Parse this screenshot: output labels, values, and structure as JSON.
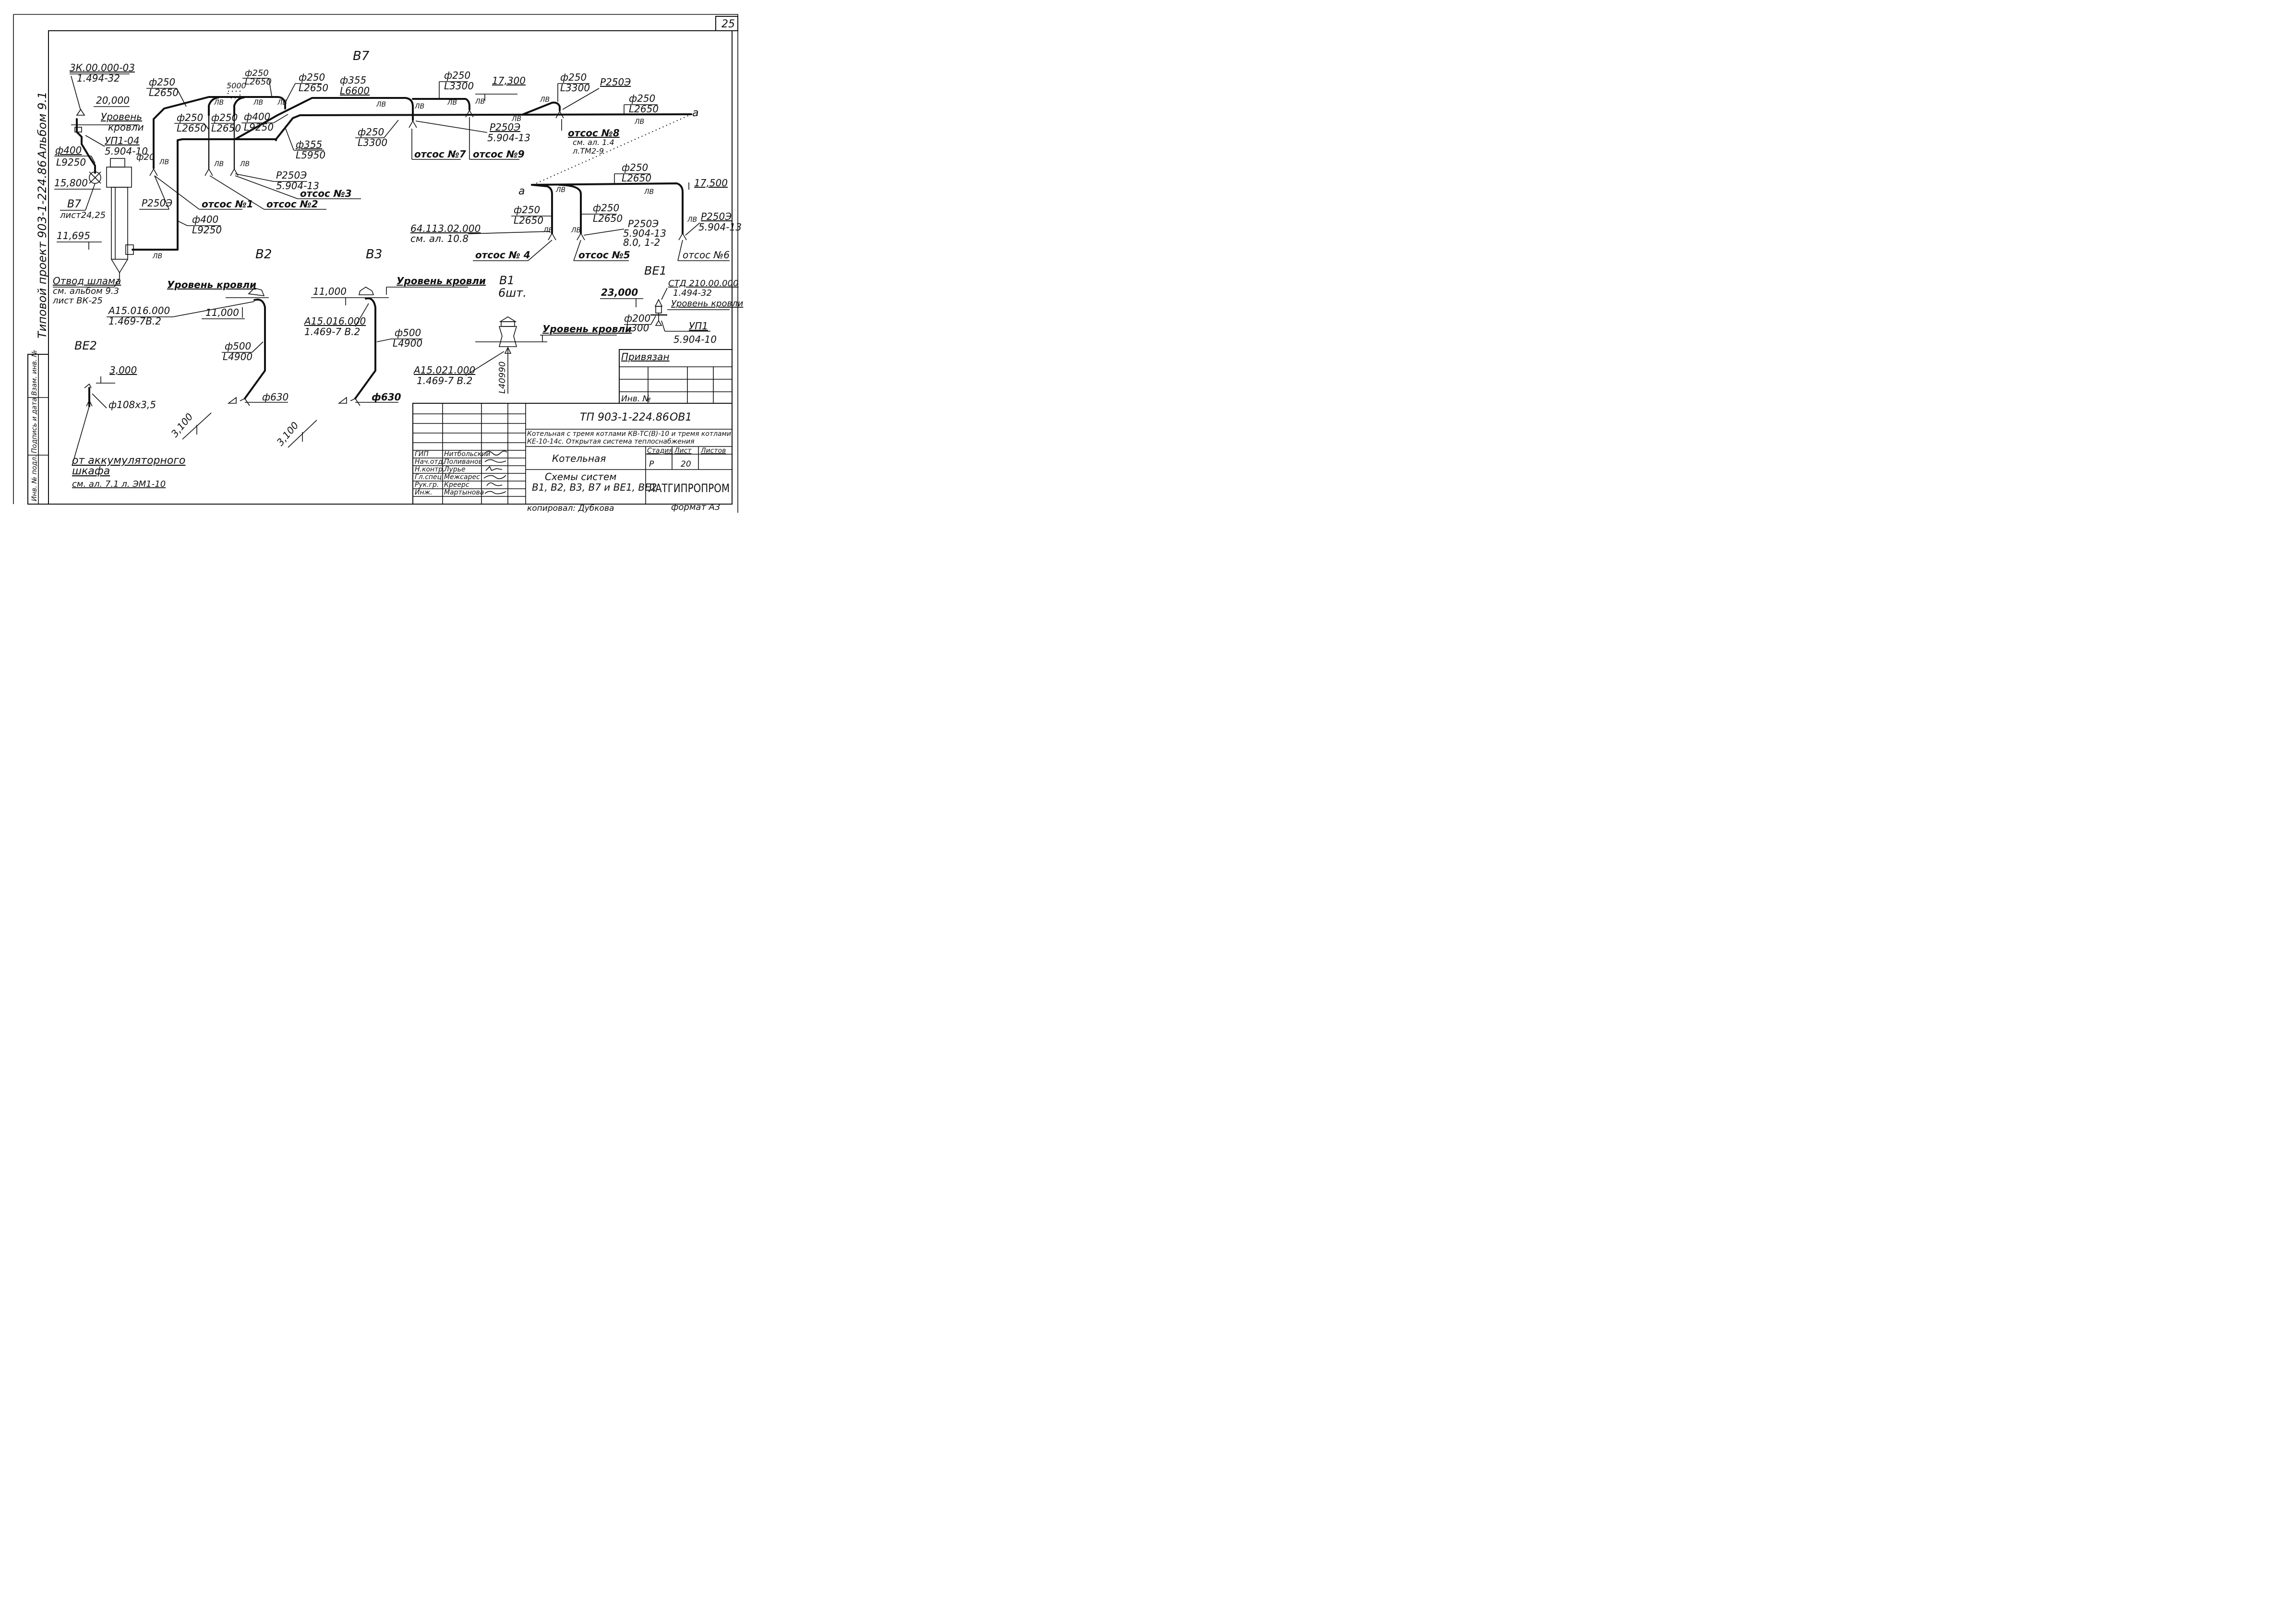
{
  "sheet": {
    "page_number": "25",
    "album_label": "Альбом 9.1",
    "project_label": "Типовой проект 903-1-224.86",
    "side_stamp": [
      "Инв. № подл.",
      "Подпись и дата",
      "Взам. инв. №"
    ]
  },
  "systems": {
    "b7": "B7",
    "b2": "B2",
    "b3": "B3",
    "b1": "B1",
    "b1_qty": "6шт.",
    "be1": "BE1",
    "be2": "BE2"
  },
  "b7": {
    "ref_code": "3К.00.000-03",
    "ref_doc": "1.494-32",
    "elev_20000": "20,000",
    "roof_level": "Уровень",
    "roof_level_2": "кровли",
    "up104_code": "УП1-04",
    "up104_doc": "5.904-10",
    "d400": "ф400",
    "l9250": "L9250",
    "d20": "ф20",
    "elev_15800": "15,800",
    "b7_ref": "B7",
    "b7_sheet": "лист24,25",
    "elev_11695": "11,695",
    "sludge": "Отвод шлама",
    "sludge_album": "см. альбом 9.3",
    "sludge_sheet": "лист ВК-25",
    "d250": "ф250",
    "l2650": "L2650",
    "l3300": "L3300",
    "d355": "ф355",
    "l6600": "L6600",
    "l5950": "L5950",
    "l9250b": "L9250",
    "d400b": "ф400",
    "l9250c": "L9250",
    "dim5000": "5000",
    "elev_17300": "17,300",
    "elev_17500": "17,500",
    "r2503": "P250Э",
    "r2503_doc": "5.904-13",
    "r2503_doc2": "8.0, 1-2",
    "lv": "ЛВ",
    "otsos1": "отсос №1",
    "otsos2": "отсос №2",
    "otsos3": "отсос №3",
    "otsos4": "отсос № 4",
    "otsos5": "отсос №5",
    "otsos6": "отсос №6",
    "otsos7": "отсос №7",
    "otsos8": "отсос №8",
    "otsos9": "отсос №9",
    "otsos8_album": "см. ал. 1.4",
    "otsos8_sheet": "л.ТМ2-9",
    "node_a": "a",
    "r64_code": "64.113.02.000",
    "r64_album": "см. ал. 10.8"
  },
  "b2": {
    "roof_level": "Уровень кровли",
    "elev_11000": "11,000",
    "a15_code": "А15.016.000",
    "a15_doc": "1.469-7В.2",
    "d500": "ф500",
    "l4900": "L4900",
    "d630": "ф630",
    "elev_3100": "3,100"
  },
  "b3": {
    "elev_11000": "11,000",
    "roof_level": "Уровень кровли",
    "a15_code": "А15.016.000",
    "a15_doc": "1.469-7 В.2",
    "d500": "ф500",
    "l4900": "L4900",
    "d630": "ф630",
    "elev_3100": "3,100"
  },
  "b1": {
    "roof_level": "Уровень кровли",
    "a15_code": "А15.021.000",
    "a15_doc": "1.469-7 В.2",
    "l40990": "L40990"
  },
  "be1": {
    "std_code": "СТД 210.00.000",
    "std_doc": "1.494-32",
    "roof_level": "Уровень кровли",
    "elev_23000": "23,000",
    "d200": "ф200",
    "l300": "L300",
    "up1": "УП1",
    "up1_doc": "5.904-10"
  },
  "be2": {
    "elev_3000": "3,000",
    "d108": "ф108х3,5",
    "from": "от аккумуляторного",
    "from2": "шкафа",
    "ref": "см. ал. 7.1   л. ЭМ1-10"
  },
  "binding": {
    "title": "Привязан",
    "inv": "Инв. №"
  },
  "title_block": {
    "code": "ТП 903-1-224.86",
    "sheet_mark": "ОВ1",
    "desc1": "Котельная с тремя котлами КВ-ТС(В)-10 и тремя котлами",
    "desc2": "КЕ-10-14с. Открытая система теплоснабжения",
    "building": "Котельная",
    "drawing1": "Схемы систем",
    "drawing2": "B1, B2, B3, B7 и BE1, BE2",
    "stage_h": "Стадия",
    "sheet_h": "Лист",
    "sheets_h": "Листов",
    "stage": "Р",
    "sheet": "20",
    "org": "ЛАТГИПРОПРОМ",
    "roles": [
      "ГИП",
      "Нач.отд.",
      "Н.контр.",
      "Гл.спец.",
      "Рук.гр.",
      "Инж."
    ],
    "names": [
      "Нитбольский",
      "Поливанов",
      "Лурье",
      "Межсарес",
      "Креерс",
      "Мартынова"
    ],
    "copied": "копировал: Дубкова",
    "format": "формат А3"
  }
}
